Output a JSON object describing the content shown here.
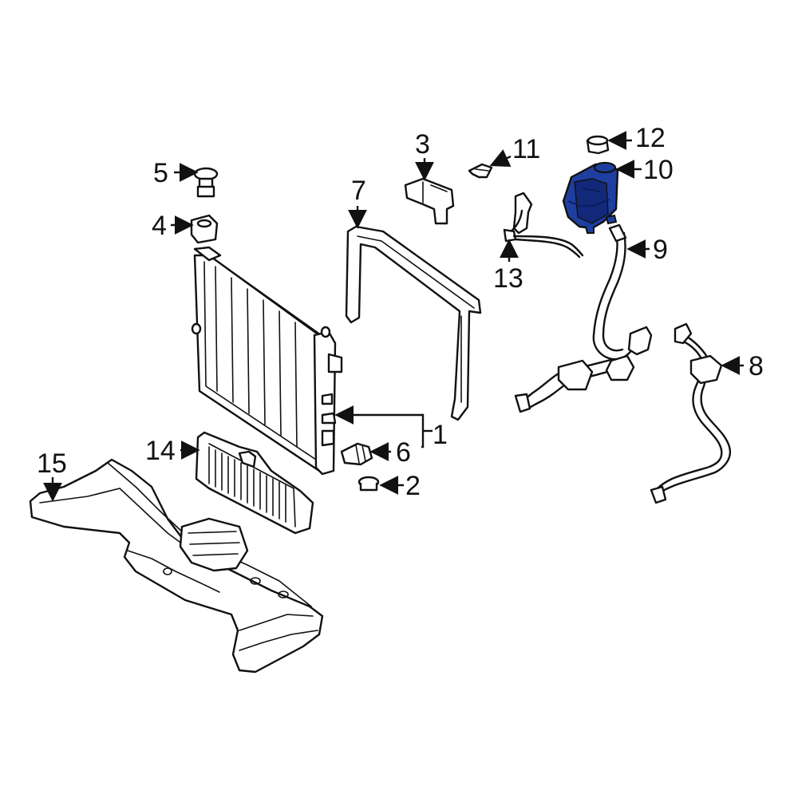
{
  "callouts": {
    "c1": "1",
    "c2": "2",
    "c3": "3",
    "c4": "4",
    "c5": "5",
    "c6": "6",
    "c7": "7",
    "c8": "8",
    "c9": "9",
    "c10": "10",
    "c11": "11",
    "c12": "12",
    "c13": "13",
    "c14": "14",
    "c15": "15"
  },
  "colors": {
    "line": "#111111",
    "background": "#ffffff",
    "highlight_part": "#1e3fa0",
    "highlight_shade": "#12297a"
  },
  "highlighted_part": "10"
}
